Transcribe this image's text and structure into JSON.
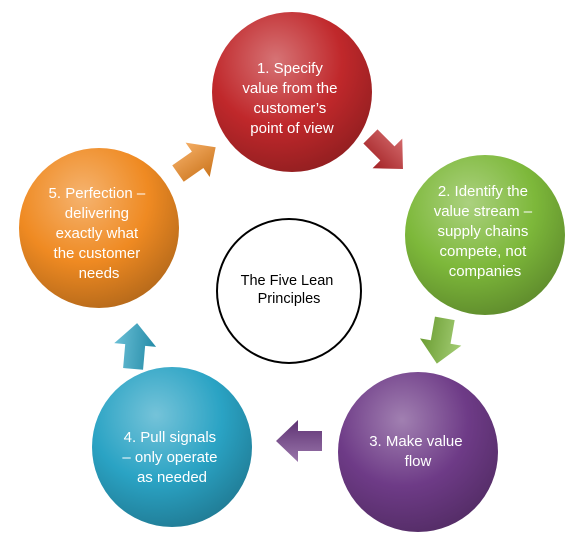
{
  "center": {
    "lines": [
      "The Five Lean",
      "Principles"
    ]
  },
  "principles": [
    {
      "lines": [
        "1. Specify",
        "value from the",
        "customer’s",
        "point of view"
      ],
      "color": "#c0282b"
    },
    {
      "lines": [
        "2. Identify the",
        "value stream –",
        "supply chains",
        "compete, not",
        "companies"
      ],
      "color": "#7db83a"
    },
    {
      "lines": [
        "3. Make value",
        "flow"
      ],
      "color": "#6e3b87"
    },
    {
      "lines": [
        "4. Pull signals",
        "– only operate",
        "as needed"
      ],
      "color": "#2aa3c4"
    },
    {
      "lines": [
        "5. Perfection –",
        "delivering",
        "exactly what",
        "the customer",
        "needs"
      ],
      "color": "#ef8a22"
    }
  ],
  "arrows": [
    {
      "from": "1",
      "to": "2",
      "color": "#c0282b"
    },
    {
      "from": "2",
      "to": "3",
      "color": "#7db83a"
    },
    {
      "from": "3",
      "to": "4",
      "color": "#6e3b87"
    },
    {
      "from": "4",
      "to": "5",
      "color": "#2aa3c4"
    },
    {
      "from": "5",
      "to": "1",
      "color": "#ef8a22"
    }
  ]
}
